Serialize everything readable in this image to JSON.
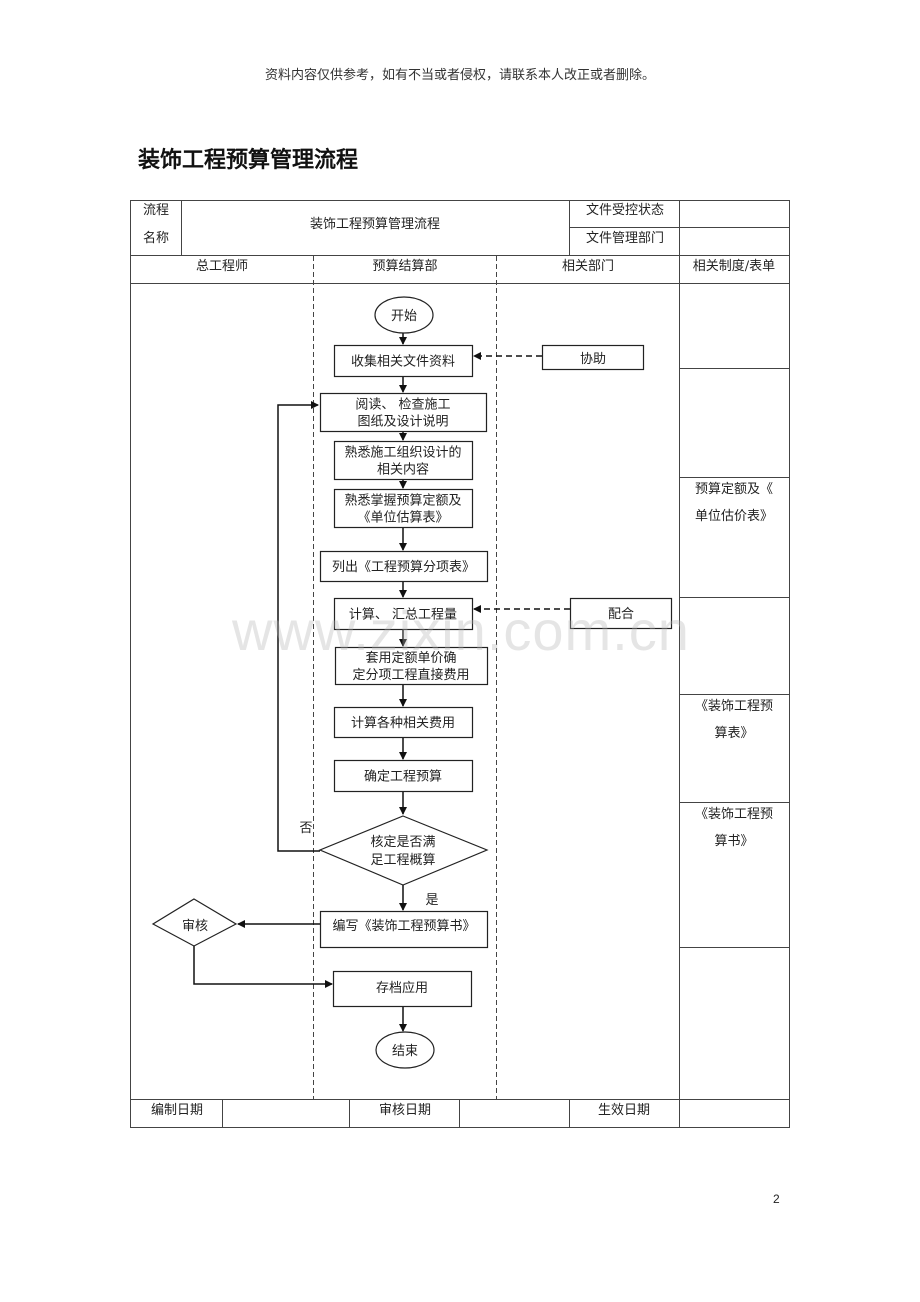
{
  "header": {
    "disclaimer": "资料内容仅供参考，如有不当或者侵权，请联系本人改正或者删除。",
    "title": "装饰工程预算管理流程"
  },
  "form": {
    "process_name_label_1": "流程",
    "process_name_label_2": "名称",
    "process_name_value": "装饰工程预算管理流程",
    "doc_status_label": "文件受控状态",
    "doc_status_value": "",
    "doc_dept_label": "文件管理部门",
    "doc_dept_value": "",
    "lanes": [
      "总工程师",
      "预算结算部",
      "相关部门",
      "相关制度/表单"
    ]
  },
  "flow": {
    "start": "开始",
    "steps": [
      {
        "lines": [
          "收集相关文件资料"
        ]
      },
      {
        "lines": [
          "阅读、 检查施工",
          "图纸及设计说明"
        ]
      },
      {
        "lines": [
          "熟悉施工组织设计的",
          "相关内容"
        ]
      },
      {
        "lines": [
          "熟悉掌握预算定额及",
          "《单位估算表》"
        ]
      },
      {
        "lines": [
          "列出《工程预算分项表》"
        ]
      },
      {
        "lines": [
          "计算、 汇总工程量"
        ]
      },
      {
        "lines": [
          "套用定额单价确",
          "定分项工程直接费用"
        ]
      },
      {
        "lines": [
          "计算各种相关费用"
        ]
      },
      {
        "lines": [
          "确定工程预算"
        ]
      }
    ],
    "decision": [
      "核定是否满",
      "足工程概算"
    ],
    "decision_no": "否",
    "decision_yes": "是",
    "write_book": "编写《装饰工程预算书》",
    "review": "审核",
    "archive": "存档应用",
    "end": "结束",
    "assist": "协助",
    "cooperate": "配合"
  },
  "related_forms": [
    {
      "lines": []
    },
    {
      "lines": []
    },
    {
      "lines": [
        "预算定额及《",
        "单位估价表》"
      ]
    },
    {
      "lines": []
    },
    {
      "lines": [
        "《装饰工程预",
        "算表》"
      ]
    },
    {
      "lines": [
        "《装饰工程预",
        "算书》"
      ]
    },
    {
      "lines": []
    }
  ],
  "footer": {
    "compiled_date_label": "编制日期",
    "compiled_date_value": "",
    "review_date_label": "审核日期",
    "review_date_value": "",
    "effective_date_label": "生效日期",
    "effective_date_value": ""
  },
  "page_number": "2",
  "watermark": "www.zixin.com.cn"
}
